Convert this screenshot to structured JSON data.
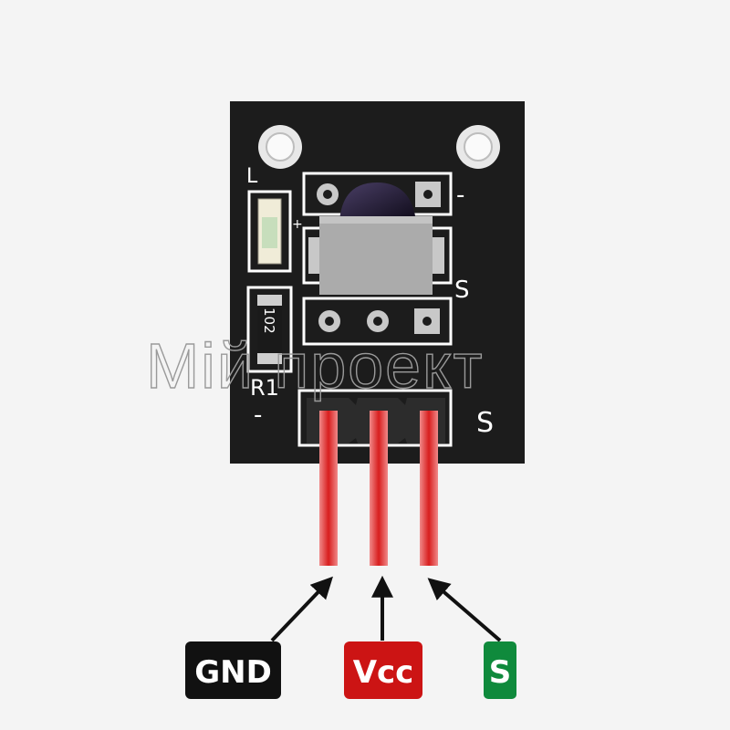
{
  "board": {
    "silkscreen": {
      "led_label": "L",
      "led_plus": "+",
      "sensor_minus": "-",
      "sensor_signal": "S",
      "resistor_code": "102",
      "resistor_name": "R1",
      "header_minus": "-",
      "header_signal": "S"
    }
  },
  "watermark": "Мій проект",
  "pins": [
    {
      "label": "GND",
      "color": "#111111"
    },
    {
      "label": "Vcc",
      "color": "#cc1414"
    },
    {
      "label": "S",
      "color": "#0f8a3c"
    }
  ],
  "colors": {
    "background": "#f4f4f4",
    "pcb": "#1c1c1c",
    "pin_wire": "#e85a5a"
  }
}
